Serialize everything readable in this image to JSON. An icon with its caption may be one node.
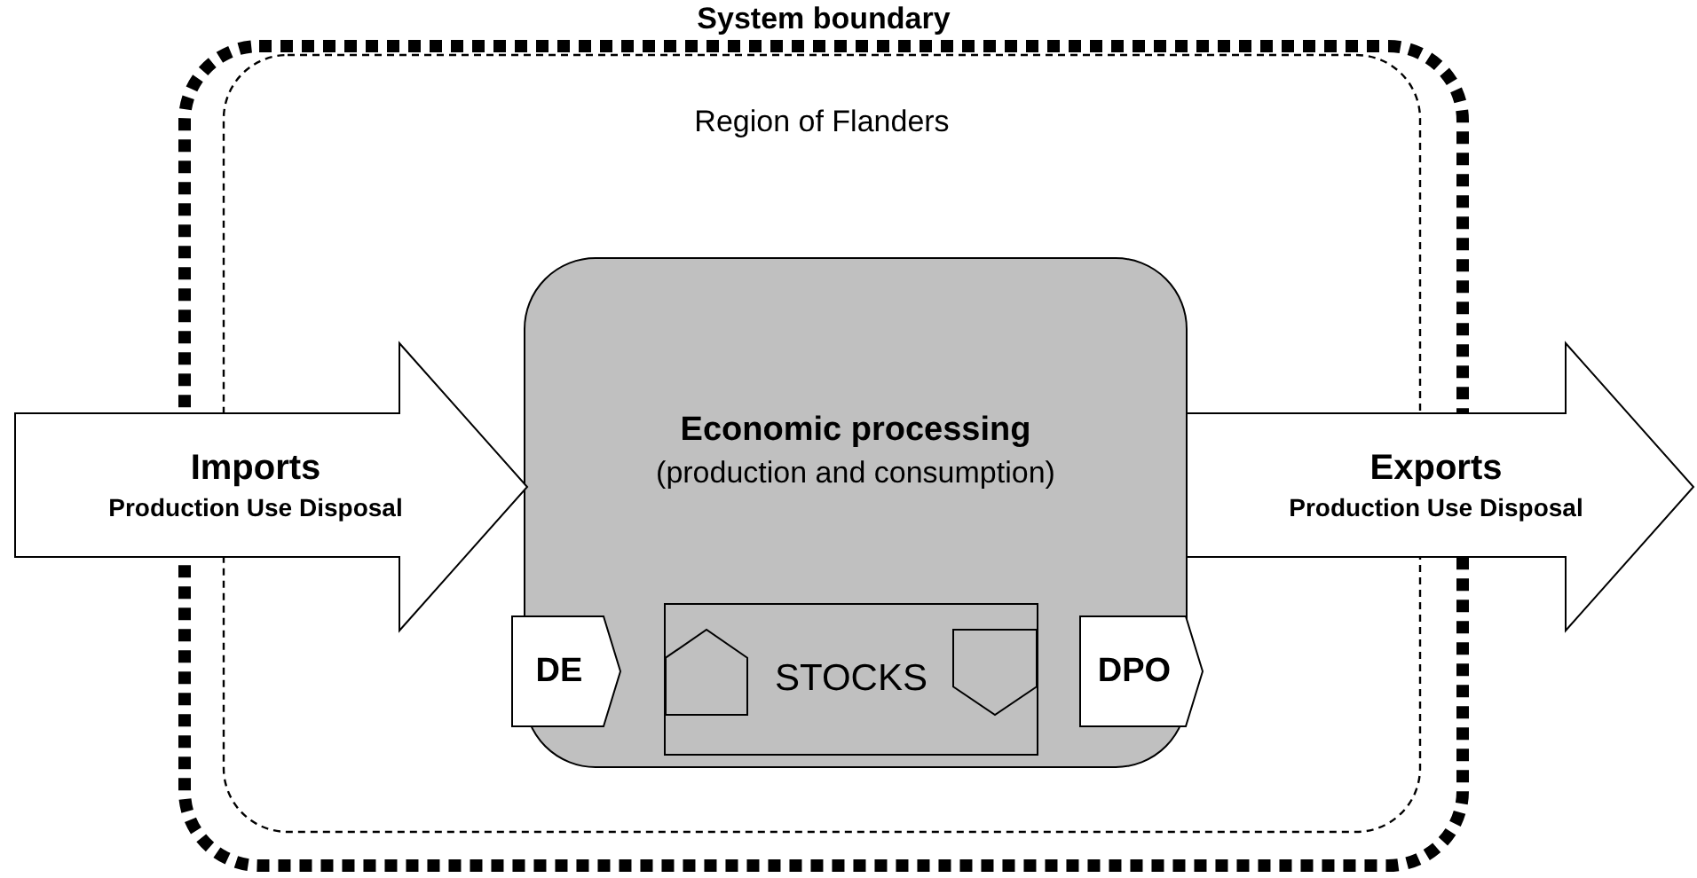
{
  "diagram": {
    "nodes": [
      {
        "text": [
          "System boundary"
        ]
      },
      {
        "text": [
          "Region of Flanders"
        ],
        "in": 0
      },
      {
        "text": [
          "Imports",
          "Production Use Disposal"
        ]
      },
      {
        "text": [
          "Economic processing",
          "(production and consumption)"
        ],
        "in": 1
      },
      {
        "text": [
          "DE"
        ],
        "in": 3
      },
      {
        "text": [
          "STOCKS"
        ],
        "in": 3
      },
      {
        "text": [],
        "shape": "pentagon",
        "in": 5
      },
      {
        "text": [],
        "shape": "pentagon",
        "in": 5
      },
      {
        "text": [
          "DPO"
        ],
        "in": 3
      },
      {
        "text": [
          "Exports",
          "Production Use Disposal"
        ]
      }
    ]
  }
}
